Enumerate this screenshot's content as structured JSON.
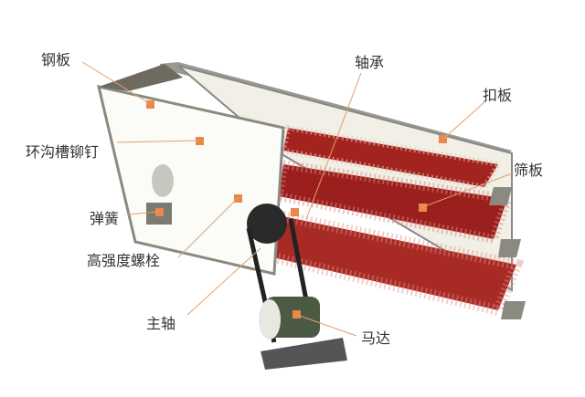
{
  "labels": {
    "steel_plate": "钢板",
    "bearing": "轴承",
    "buckle_plate": "扣板",
    "ring_groove_rivet": "环沟槽铆钉",
    "screen_plate": "筛板",
    "spring": "弹簧",
    "high_strength_bolt": "高强度螺栓",
    "main_shaft": "主轴",
    "motor": "马达"
  },
  "colors": {
    "screen_red": "#a3231f",
    "marker": "#e8894a",
    "frame": "#8a8a80",
    "leader": "#e0a070"
  }
}
